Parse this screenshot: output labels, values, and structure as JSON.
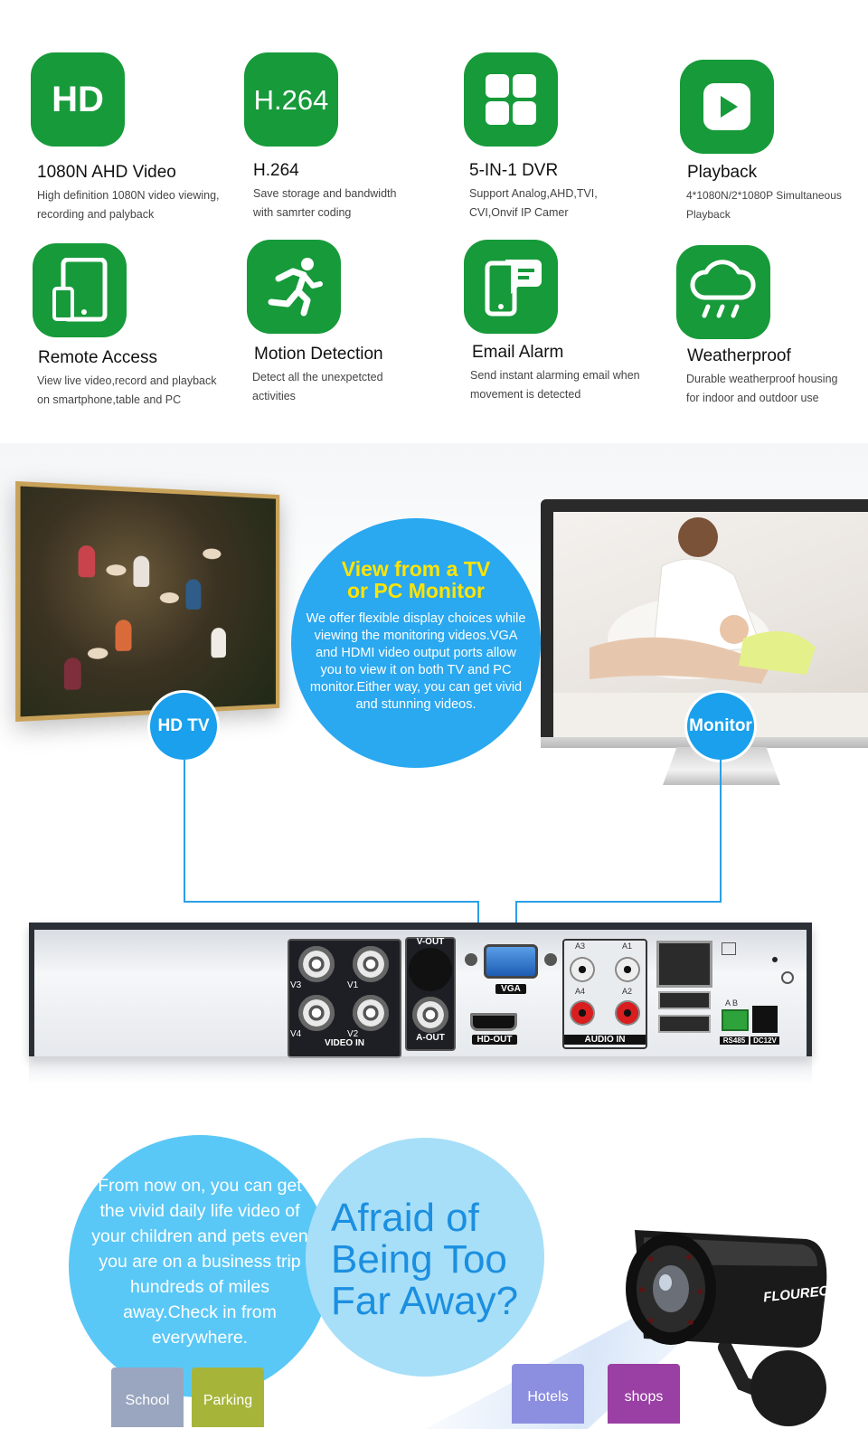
{
  "features": [
    {
      "icon": "hd-icon",
      "icon_text": "HD",
      "title": "1080N AHD Video",
      "desc_lines": [
        "High definition 1080N video viewing,",
        "recording and palyback"
      ]
    },
    {
      "icon": "h264-icon",
      "icon_text": "H.264",
      "title": "H.264",
      "desc_lines": [
        "Save storage and bandwidth",
        "with samrter coding"
      ]
    },
    {
      "icon": "grid-icon",
      "title": "5-IN-1 DVR",
      "desc_lines": [
        "Support Analog,AHD,TVI,",
        "CVI,Onvif IP Camer"
      ]
    },
    {
      "icon": "play-icon",
      "title": "Playback",
      "desc_lines": [
        "4*1080N/2*1080P Simultaneous",
        "Playback"
      ]
    },
    {
      "icon": "tablet-icon",
      "title": "Remote Access",
      "desc_lines": [
        "View live video,record and playback",
        "on smartphone,table and PC"
      ]
    },
    {
      "icon": "running-man-icon",
      "title": "Motion Detection",
      "desc_lines": [
        "Detect all the unexpetcted",
        "activities"
      ]
    },
    {
      "icon": "phone-message-icon",
      "title": "Email Alarm",
      "desc_lines": [
        "Send instant alarming email when",
        "movement is detected"
      ]
    },
    {
      "icon": "rain-cloud-icon",
      "title": "Weatherproof",
      "desc_lines": [
        "Durable weatherproof housing",
        "for indoor and outdoor use"
      ]
    }
  ],
  "display": {
    "tv_badge": "HD TV",
    "monitor_badge": "Monitor",
    "title_lines": [
      "View from a TV",
      "or PC Monitor"
    ],
    "body": "We offer flexible display choices while viewing the monitoring videos.VGA and HDMI video output ports allow you to view it on both TV and PC monitor.Either way, you can get vivid and stunning videos."
  },
  "dvr": {
    "video_labels": [
      "V3",
      "V1",
      "V4",
      "V2"
    ],
    "video_in": "VIDEO IN",
    "v_out": "V-OUT",
    "a_out": "A-OUT",
    "vga": "VGA",
    "hd_out": "HD-OUT",
    "audio_labels": [
      "A3",
      "A1",
      "A4",
      "A2"
    ],
    "audio_in": "AUDIO IN",
    "rs485_ab": "A  B",
    "rs485": "RS485",
    "dc12v": "DC12V"
  },
  "bottom": {
    "left_text": "From now on, you can get the vivid daily life video of your children and pets even you are on a business trip hundreds of miles away.Check in from everywhere.",
    "headline_lines": [
      "Afraid of",
      "Being Too",
      "Far Away?"
    ],
    "tags": [
      "School",
      "Parking",
      "Hotels",
      "shops"
    ],
    "camera_brand": "FLOUREON"
  },
  "colors": {
    "icon_green": "#179a3a",
    "accent_blue": "#1aa0ec",
    "title_yellow": "#ffe400"
  }
}
